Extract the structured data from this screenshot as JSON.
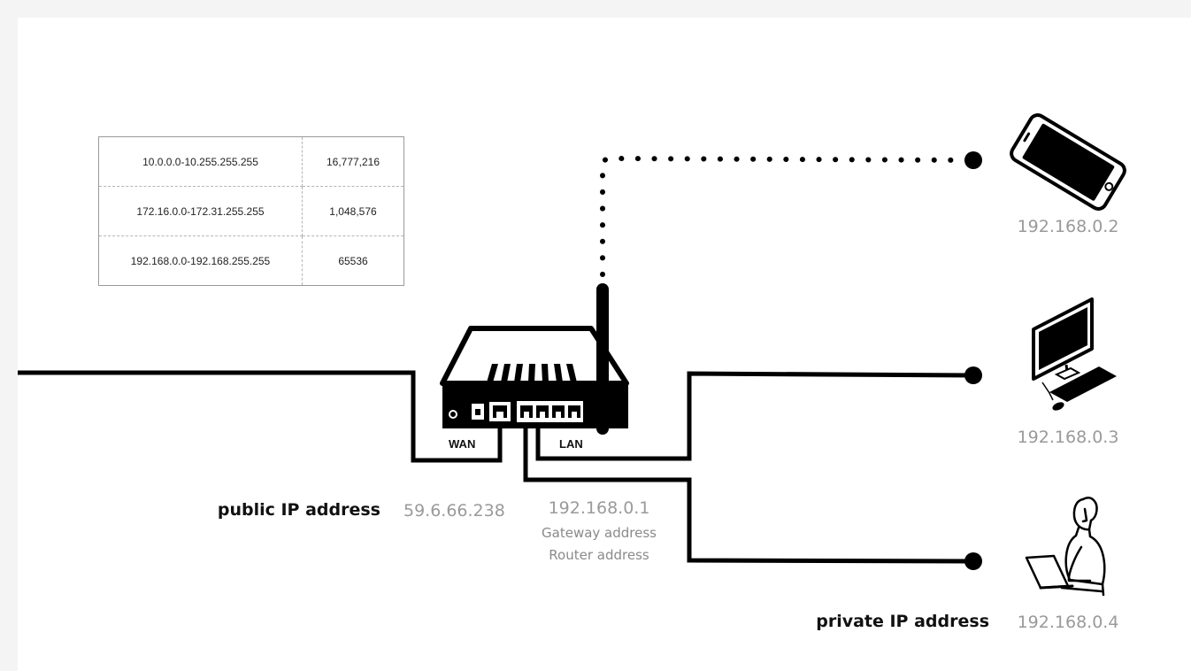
{
  "ip_ranges": [
    {
      "range": "10.0.0.0-10.255.255.255",
      "count": "16,777,216"
    },
    {
      "range": "172.16.0.0-172.31.255.255",
      "count": "1,048,576"
    },
    {
      "range": "192.168.0.0-192.168.255.255",
      "count": "65536"
    }
  ],
  "router": {
    "wan_label": "WAN",
    "lan_label": "LAN",
    "ip": "192.168.0.1",
    "gateway_label": "Gateway address",
    "router_label": "Router address"
  },
  "public": {
    "label": "public IP address",
    "ip": "59.6.66.238"
  },
  "private_label": "private IP address",
  "devices": [
    {
      "type": "smartphone-icon",
      "ip": "192.168.0.2"
    },
    {
      "type": "desktop-computer-icon",
      "ip": "192.168.0.3"
    },
    {
      "type": "person-laptop-icon",
      "ip": "192.168.0.4"
    }
  ],
  "colors": {
    "line": "#000000",
    "muted_text": "#9a9a9a",
    "page_bg": "#f4f4f4",
    "canvas_bg": "#ffffff"
  }
}
